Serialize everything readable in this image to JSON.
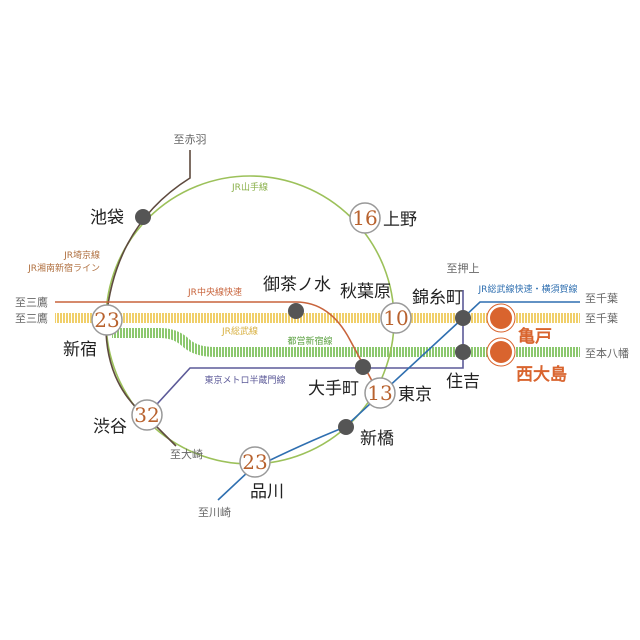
{
  "lines": {
    "yamanote": "JR山手線",
    "saikyo": "JR埼京線",
    "shonan": "JR湘南新宿ライン",
    "chuo": "JR中央線快速",
    "sobu": "JR総武線",
    "shinjuku": "都営新宿線",
    "hanzomon": "東京メトロ半蔵門線",
    "sobu_rapid": "JR総武線快速・横須賀線"
  },
  "directions": {
    "akabane": "至赤羽",
    "mitaka1": "至三鷹",
    "mitaka2": "至三鷹",
    "oshiage": "至押上",
    "chiba1": "至千葉",
    "chiba2": "至千葉",
    "motoyawata": "至本八幡",
    "osaki": "至大崎",
    "kawasaki": "至川崎"
  },
  "stations": {
    "ikebukuro": "池袋",
    "shinjuku": "新宿",
    "ueno": "上野",
    "ochanomizu": "御茶ノ水",
    "akihabara": "秋葉原",
    "kinshicho": "錦糸町",
    "kameido": "亀戸",
    "nishiojima": "西大島",
    "sumiyoshi": "住吉",
    "otemachi": "大手町",
    "tokyo": "東京",
    "shinbashi": "新橋",
    "shibuya": "渋谷",
    "shinagawa": "品川"
  },
  "minutes": {
    "shinjuku": "23",
    "ueno": "16",
    "akihabara": "10",
    "tokyo": "13",
    "shibuya": "32",
    "shinagawa": "23"
  },
  "colors": {
    "yamanote": "#9cc15a",
    "saikyo": "#5e4a3e",
    "chuo": "#c8643c",
    "sobu": "#f0cf6a",
    "shinjuku": "#8cc86e",
    "hanzomon": "#5c5a98",
    "sobu_rapid": "#2f6fb0",
    "highlight": "#d9642e"
  }
}
